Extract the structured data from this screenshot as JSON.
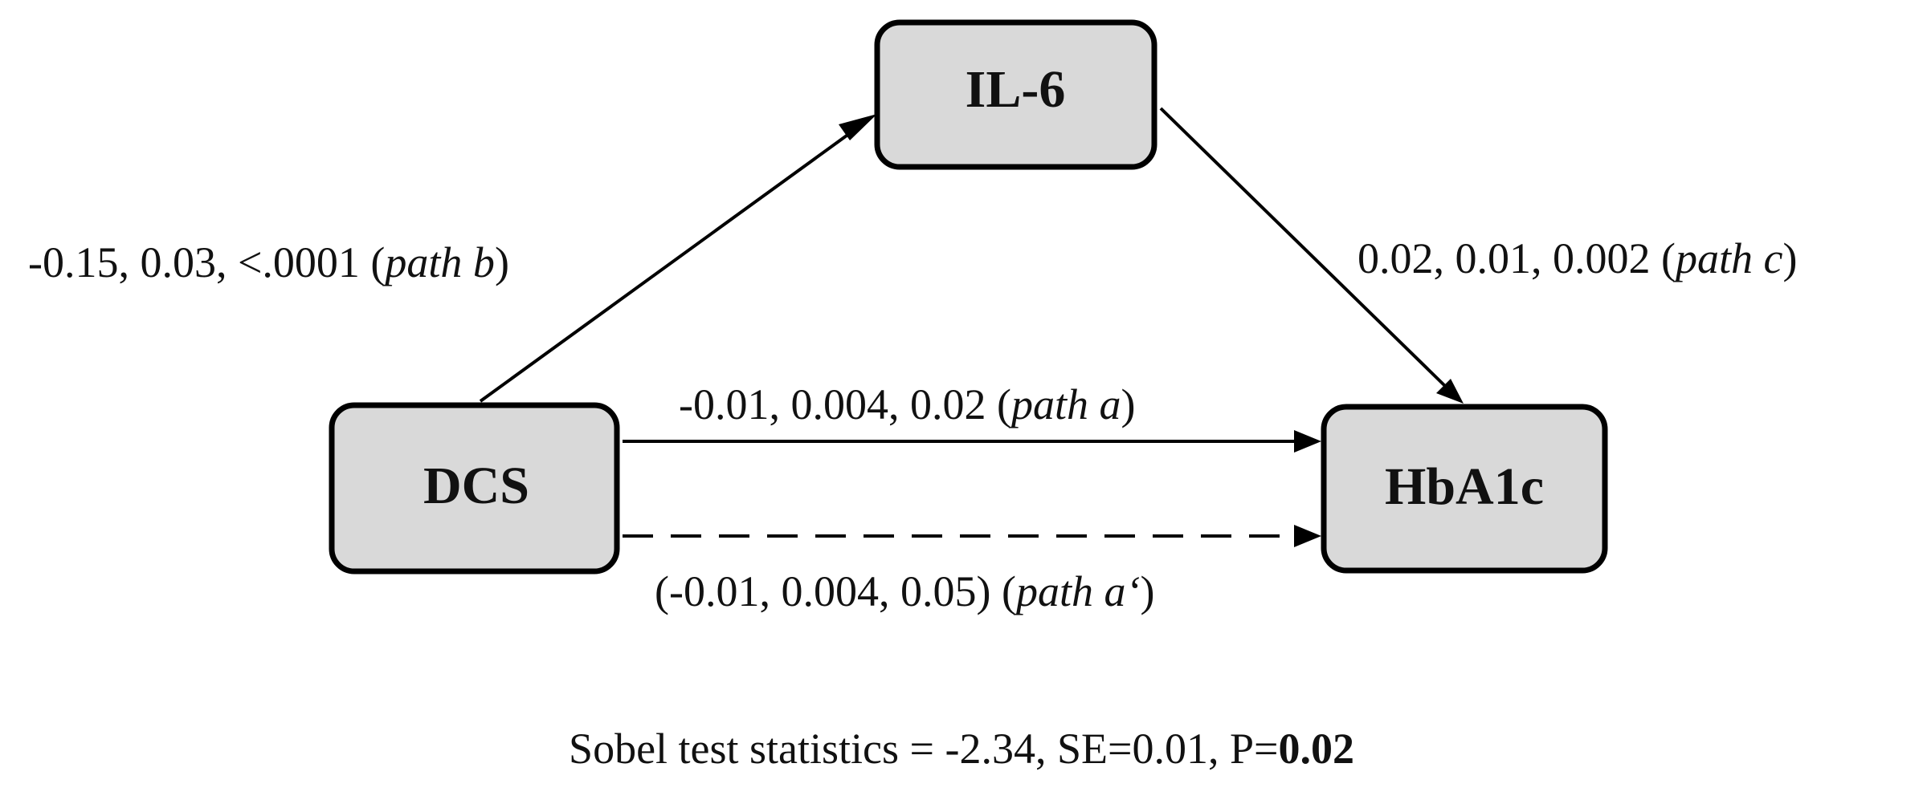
{
  "nodes": {
    "il6": {
      "label": "IL-6"
    },
    "dcs": {
      "label": "DCS"
    },
    "hba1c": {
      "label": "HbA1c"
    }
  },
  "edges": {
    "path_b": {
      "values": "-0.15, 0.03, <.0001 (",
      "path_name": "path b",
      "close": ")"
    },
    "path_c": {
      "values": "0.02, 0.01, 0.002 (",
      "path_name": "path c",
      "close": ")"
    },
    "path_a": {
      "values": "-0.01, 0.004, 0.02 (",
      "path_name": "path a",
      "close": ")"
    },
    "path_a_prime": {
      "values": "(-0.01, 0.004, 0.05) (",
      "path_name": "path a‘",
      "close": ")"
    }
  },
  "sobel": {
    "prefix": "Sobel test statistics = -2.34, SE=0.01, P=",
    "p_value": "0.02"
  },
  "colors": {
    "node_fill": "#d9d9d9",
    "stroke": "#000000",
    "text": "#111111"
  }
}
